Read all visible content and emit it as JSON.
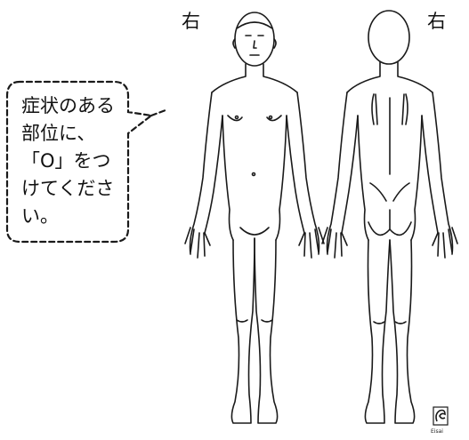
{
  "labels": {
    "front_right": "右",
    "back_right": "右"
  },
  "bubble": {
    "lines": [
      "症状のある",
      "部位に、",
      "「O」をつ",
      "けてくださ",
      "い。"
    ]
  },
  "logo": {
    "caption": "Eisai"
  },
  "colors": {
    "line": "#1a1a1a",
    "background": "#ffffff"
  },
  "icons": [
    "speech-bubble",
    "front-body-outline",
    "back-body-outline",
    "logo-icon"
  ]
}
